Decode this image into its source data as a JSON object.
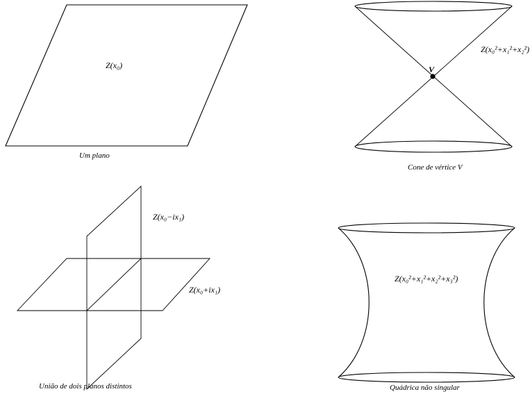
{
  "panels": {
    "plane": {
      "caption": "Um plano",
      "label": "Z(x₀)"
    },
    "cone": {
      "caption": "Cone de vértice V",
      "vertex": "V",
      "label": "Z(x₀²+x₁²+x₂²)"
    },
    "two_planes": {
      "caption": "União de dois planos distintos",
      "label_vertical": "Z(x₀−ix₁)",
      "label_horizontal": "Z(x₀+ix₁)"
    },
    "quadric": {
      "caption": "Quádrica não singular",
      "label": "Z(x₀²+x₁²+x₂²+x₃²)"
    }
  }
}
